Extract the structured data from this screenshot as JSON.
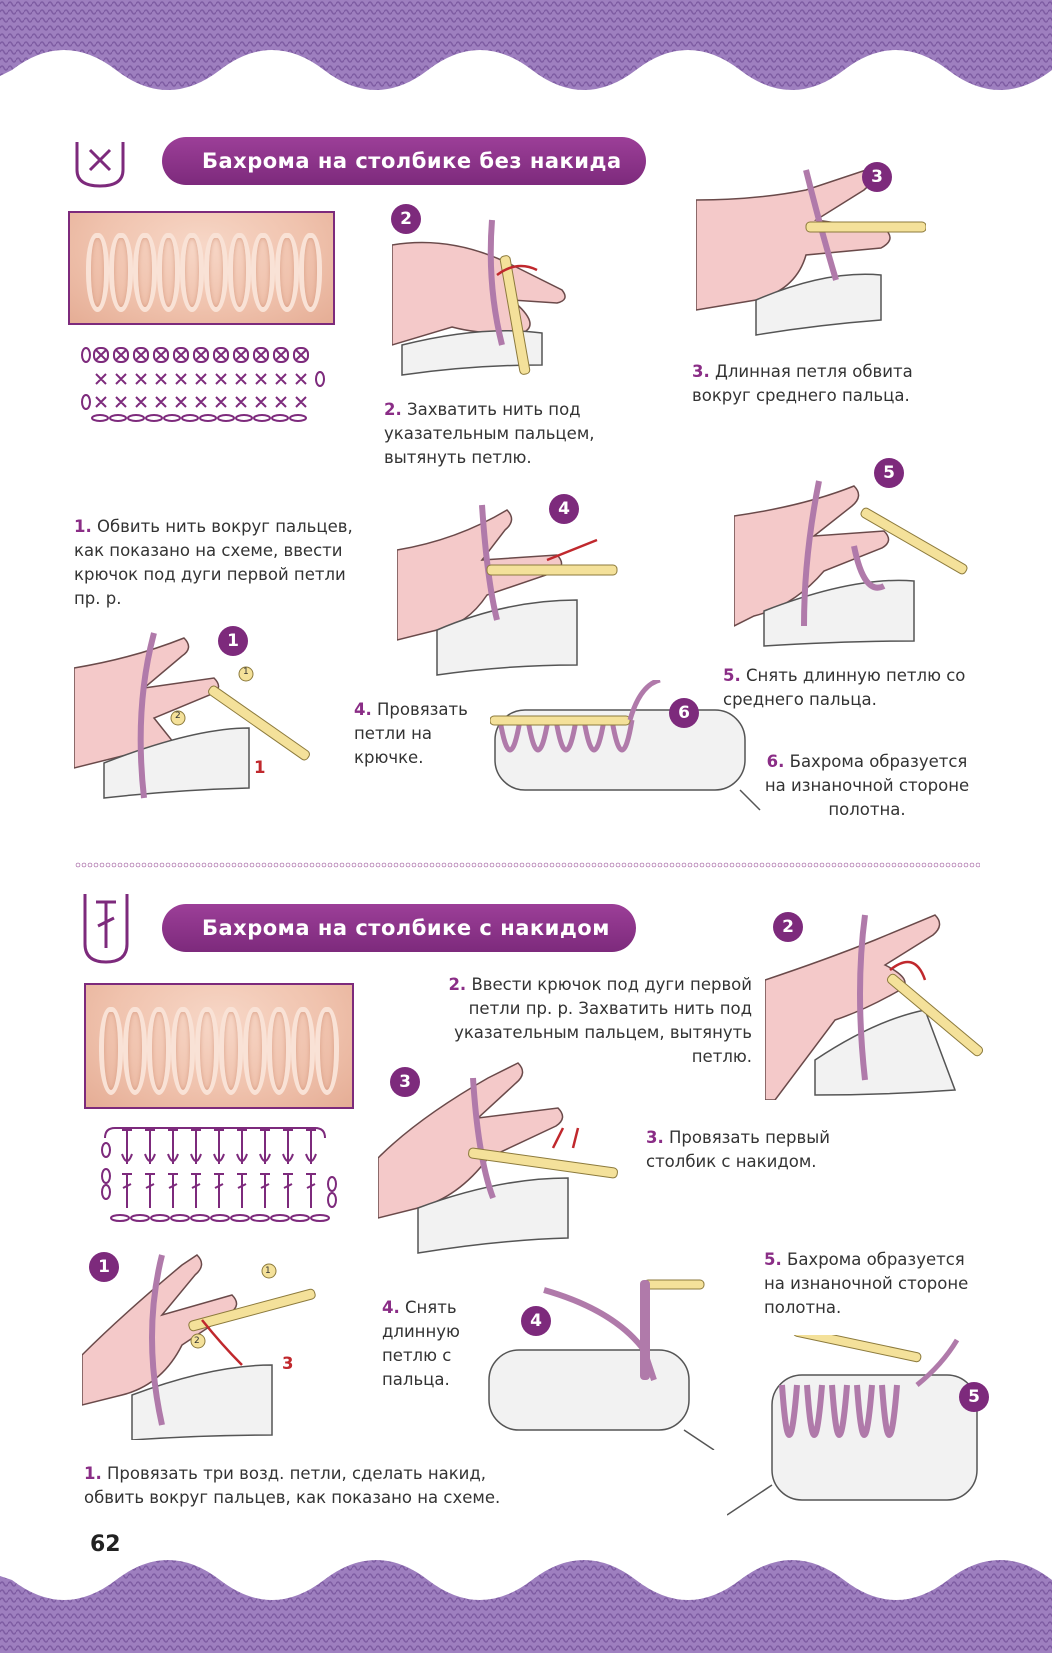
{
  "section1": {
    "title": "Бахрома на столбике без накида",
    "steps": [
      {
        "num": "1.",
        "text": "Обвить нить вокруг пальцев, как показано на схеме, ввести крючок под дуги первой петли пр. р."
      },
      {
        "num": "2.",
        "text": "Захватить нить под указательным пальцем, вытянуть петлю."
      },
      {
        "num": "3.",
        "text": "Длинная петля обвита вокруг среднего пальца."
      },
      {
        "num": "4.",
        "text": "Провязать петли на крючке."
      },
      {
        "num": "5.",
        "text": "Снять длинную петлю со среднего пальца."
      },
      {
        "num": "6.",
        "text": "Бахрома образуется на изнаночной стороне полотна."
      }
    ],
    "badges": [
      "1",
      "2",
      "3",
      "4",
      "5",
      "6"
    ],
    "hook_marks": [
      "1",
      "2"
    ],
    "loop_label": "1"
  },
  "section2": {
    "title": "Бахрома на столбике с накидом",
    "steps": [
      {
        "num": "1.",
        "text": "Провязать три возд. петли, сделать накид, обвить вокруг пальцев, как показано на схеме."
      },
      {
        "num": "2.",
        "text": "Ввести крючок под дуги первой петли пр. р. Захватить нить под указательным пальцем, вытянуть петлю."
      },
      {
        "num": "3.",
        "text": "Провязать первый столбик с накидом."
      },
      {
        "num": "4.",
        "text": "Снять длинную петлю с пальца."
      },
      {
        "num": "5.",
        "text": "Бахрома образуется на изнаночной стороне полотна."
      }
    ],
    "badges": [
      "1",
      "2",
      "3",
      "4",
      "5"
    ],
    "hook_marks": [
      "1",
      "2"
    ],
    "chain_label": "3"
  },
  "page_number": "62",
  "colors": {
    "accent": "#7d2a7c",
    "wave": "#9e7fbf",
    "yarn": "#b07aaa",
    "hook": "#f4e19a",
    "arrow": "#c0282d",
    "photo": "#f2c7b4"
  }
}
